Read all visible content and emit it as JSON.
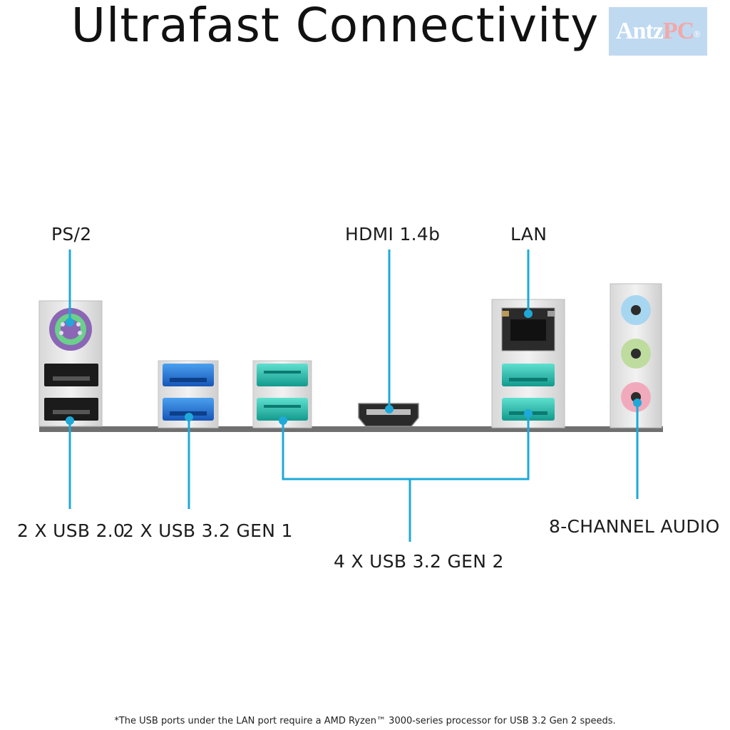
{
  "title": "Ultrafast Connectivity",
  "brand": {
    "primary": "Antz",
    "secondary": "PC",
    "mark": "®"
  },
  "labels": {
    "ps2": "PS/2",
    "hdmi": "HDMI 1.4b",
    "lan": "LAN",
    "usb20": "2 X USB 2.0",
    "usb32gen1": "2 X USB 3.2 GEN 1",
    "usb32gen2": "4 X USB 3.2 GEN 2",
    "audio": "8-CHANNEL AUDIO"
  },
  "footnote": "*The USB ports under the LAN port require a AMD Ryzen™ 3000-series processor for USB 3.2 Gen 2 speeds.",
  "colors": {
    "leader_line": "#1ea9d8",
    "usb2": "#222222",
    "usb3_gen1": "#1f6fd0",
    "usb3_gen2": "#1fb4a8",
    "ps2": "#8e6ab8",
    "ps2_green": "#5ec57a",
    "audio_blue": "#9fd0ee",
    "audio_green": "#b6d99a",
    "audio_pink": "#f1a8ba",
    "bracket": "#e6e6e6",
    "baseline": "#666666"
  }
}
